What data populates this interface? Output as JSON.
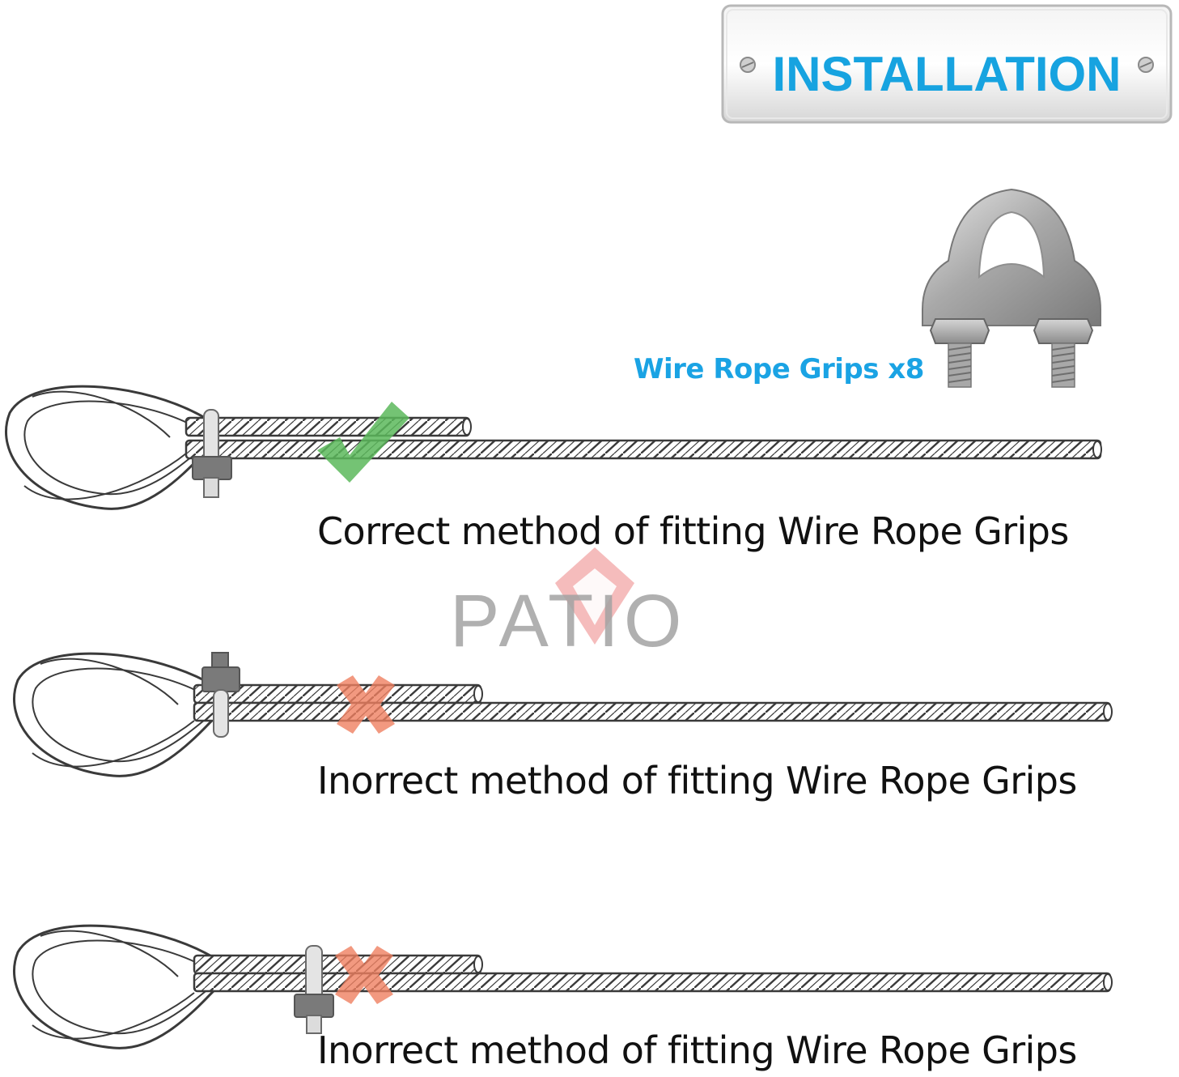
{
  "banner": {
    "title": "INSTALLATION"
  },
  "product": {
    "label": "Wire Rope Grips x8"
  },
  "logo": {
    "text": "PATIO"
  },
  "methods": [
    {
      "caption": "Correct method of fitting Wire Rope Grips",
      "status": "correct",
      "status_icon": "check-icon",
      "color": "#5cb85c"
    },
    {
      "caption": "Inorrect method of fitting Wire Rope Grips",
      "status": "incorrect",
      "status_icon": "cross-icon",
      "color": "#f08060"
    },
    {
      "caption": "Inorrect method of fitting Wire Rope Grips",
      "status": "incorrect",
      "status_icon": "cross-icon",
      "color": "#f08060"
    }
  ]
}
